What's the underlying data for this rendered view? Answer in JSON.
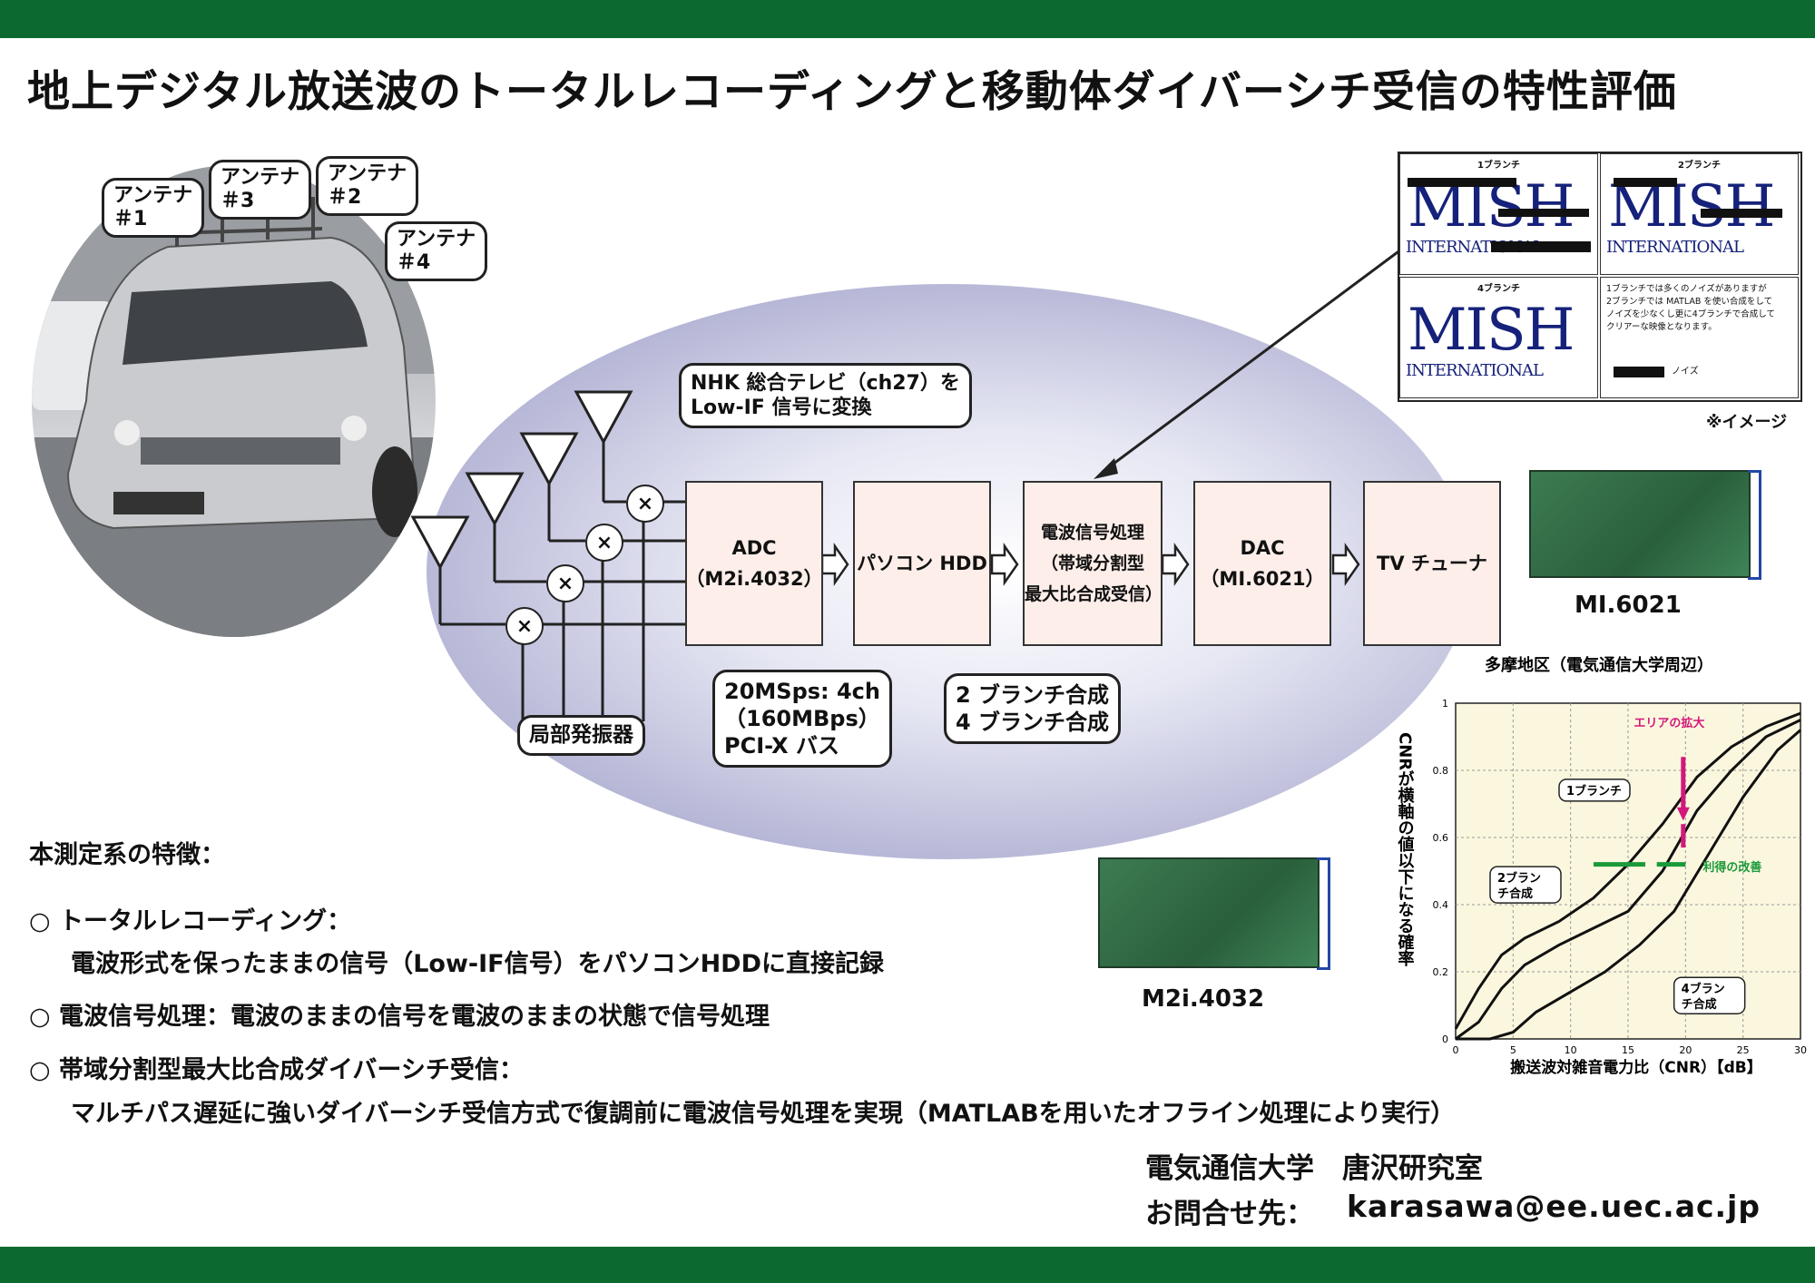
{
  "title": "地上デジタル放送波のトータルレコーディングと移動体ダイバーシチ受信の特性評価",
  "antennas": [
    "アンテナ\n＃1",
    "アンテナ\n＃3",
    "アンテナ\n＃2",
    "アンテナ\n＃4"
  ],
  "callouts": {
    "nhk": "NHK 総合テレビ（ch27）を\nLow-IF 信号に変換",
    "adc_spec": "20MSps: 4ch\n（160MBps）\nPCI-X バス",
    "branch": "2 ブランチ合成\n4 ブランチ合成",
    "oscillator": "局部発振器"
  },
  "blocks": {
    "adc": "ADC\n（M2i.4032）",
    "hdd": "パソコン HDD",
    "dsp": "電波信号処理\n（帯域分割型\n最大比合成受信）",
    "dac": "DAC\n（MI.6021）",
    "tuner": "TV チューナ"
  },
  "mixer_symbol": "×",
  "boards": {
    "mi6021": "MI.6021",
    "m2i4032": "M2i.4032"
  },
  "result_panel": {
    "cells": [
      {
        "caption": "1ブランチ",
        "logo": "MISH",
        "sub": "INTERNATIONAL"
      },
      {
        "caption": "2ブランチ",
        "logo": "MISH",
        "sub": "INTERNATIONAL"
      },
      {
        "caption": "4ブランチ",
        "logo": "MISH",
        "sub": "INTERNATIONAL"
      }
    ],
    "note": "1ブランチでは多くのノイズがありますが\n2ブランチでは MATLAB を使い合成をして\nノイズを少なくし更に4ブランチで合成して\nクリアーな映像となります。",
    "legend": "ノイズ",
    "image_note": "※イメージ"
  },
  "features": {
    "heading": "本測定系の特徴：",
    "items": [
      {
        "head": "○ トータルレコーディング：",
        "sub": "電波形式を保ったままの信号（Low-IF信号）をパソコンHDDに直接記録"
      },
      {
        "head": "○ 電波信号処理：電波のままの信号を電波のままの状態で信号処理",
        "sub": ""
      },
      {
        "head": "○ 帯域分割型最大比合成ダイバーシチ受信：",
        "sub": "マルチパス遅延に強いダイバーシチ受信方式で復調前に電波信号処理を実現（MATLABを用いたオフライン処理により実行）"
      }
    ]
  },
  "footer": {
    "lab": "電気通信大学　唐沢研究室",
    "contact_label": "お問合せ先：",
    "email": "karasawa@ee.uec.ac.jp"
  },
  "chart_data": {
    "type": "line",
    "title": "多摩地区（電気通信大学周辺）",
    "xlabel": "搬送波対雑音電力比（CNR）【dB】",
    "ylabel": "CNRが横軸の値以下になる確率",
    "xlim": [
      0,
      30
    ],
    "ylim": [
      0,
      1
    ],
    "xticks": [
      "0",
      "5",
      "10",
      "15",
      "20",
      "25",
      "30"
    ],
    "yticks": [
      "0",
      "0.2",
      "0.4",
      "0.6",
      "0.8",
      "1"
    ],
    "series": [
      {
        "name": "1ブランチ",
        "x": [
          0,
          2,
          4,
          6,
          9,
          12,
          15,
          18,
          21,
          24,
          27,
          30
        ],
        "y": [
          0.03,
          0.15,
          0.25,
          0.3,
          0.35,
          0.42,
          0.52,
          0.64,
          0.78,
          0.87,
          0.93,
          0.97
        ]
      },
      {
        "name": "2ブランチ合成",
        "x": [
          0,
          2,
          4,
          6,
          9,
          12,
          15,
          18,
          21,
          24,
          27,
          30
        ],
        "y": [
          0,
          0.05,
          0.15,
          0.22,
          0.28,
          0.33,
          0.38,
          0.5,
          0.68,
          0.8,
          0.9,
          0.95
        ]
      },
      {
        "name": "4ブランチ合成",
        "x": [
          0,
          3,
          5,
          7,
          10,
          13,
          16,
          19,
          22,
          25,
          28,
          30
        ],
        "y": [
          0,
          0,
          0.02,
          0.08,
          0.14,
          0.2,
          0.28,
          0.38,
          0.55,
          0.72,
          0.86,
          0.92
        ]
      }
    ],
    "annotations": [
      "エリアの拡大",
      "利得の改善"
    ]
  }
}
